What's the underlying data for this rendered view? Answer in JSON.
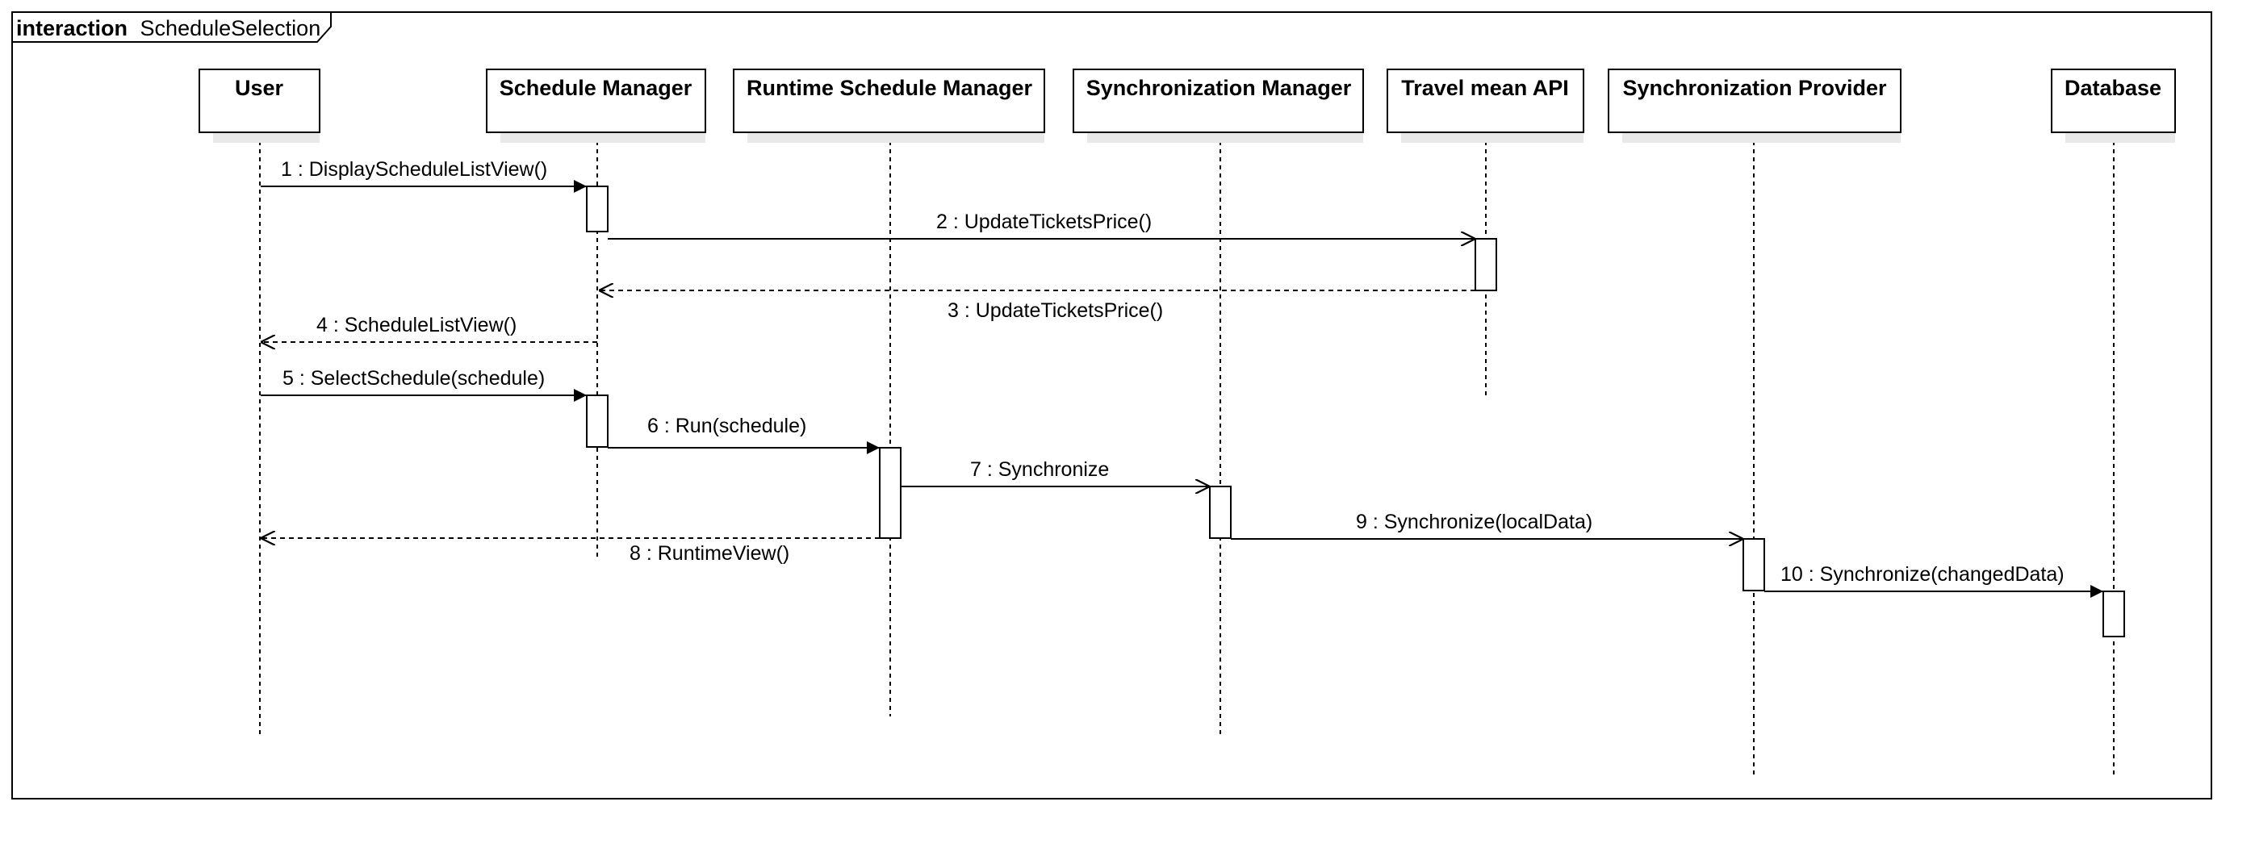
{
  "frame": {
    "keyword": "interaction",
    "name": "ScheduleSelection"
  },
  "lifelines": [
    {
      "id": "user",
      "label": "User"
    },
    {
      "id": "sm",
      "label": "Schedule Manager"
    },
    {
      "id": "rsm",
      "label": "Runtime Schedule Manager"
    },
    {
      "id": "syncm",
      "label": "Synchronization Manager"
    },
    {
      "id": "api",
      "label": "Travel mean API"
    },
    {
      "id": "syncp",
      "label": "Synchronization Provider"
    },
    {
      "id": "db",
      "label": "Database"
    }
  ],
  "messages": [
    {
      "label": "1 : DisplayScheduleListView()",
      "from": "user",
      "to": "sm",
      "kind": "sync"
    },
    {
      "label": "2 : UpdateTicketsPrice()",
      "from": "sm",
      "to": "api",
      "kind": "async"
    },
    {
      "label": "3 : UpdateTicketsPrice()",
      "from": "api",
      "to": "sm",
      "kind": "reply"
    },
    {
      "label": "4 : ScheduleListView()",
      "from": "sm",
      "to": "user",
      "kind": "reply"
    },
    {
      "label": "5 : SelectSchedule(schedule)",
      "from": "user",
      "to": "sm",
      "kind": "sync"
    },
    {
      "label": "6 : Run(schedule)",
      "from": "sm",
      "to": "rsm",
      "kind": "sync"
    },
    {
      "label": "7 : Synchronize",
      "from": "rsm",
      "to": "syncm",
      "kind": "async"
    },
    {
      "label": "8 : RuntimeView()",
      "from": "rsm",
      "to": "user",
      "kind": "reply"
    },
    {
      "label": "9 : Synchronize(localData)",
      "from": "syncm",
      "to": "syncp",
      "kind": "async"
    },
    {
      "label": "10 : Synchronize(changedData)",
      "from": "syncp",
      "to": "db",
      "kind": "sync"
    }
  ],
  "colors": {
    "line": "#000000",
    "shadow": "#e9e9e9",
    "background": "#ffffff"
  }
}
